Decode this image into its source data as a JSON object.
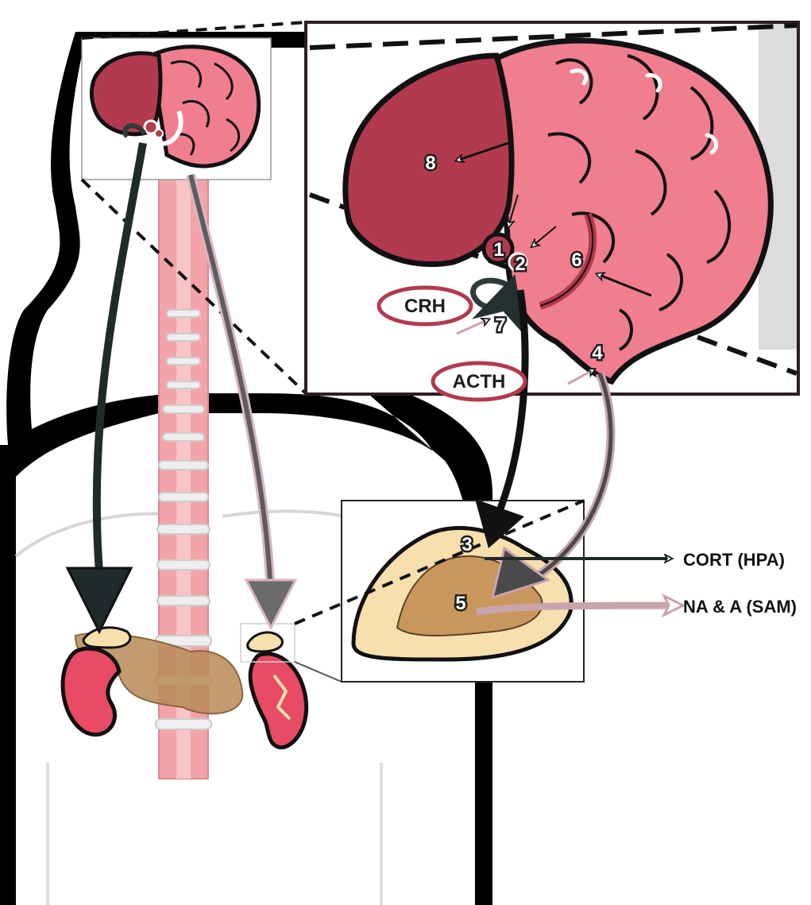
{
  "markers": {
    "m1": "1",
    "m2": "2",
    "m3": "3",
    "m4": "4",
    "m5": "5",
    "m6": "6",
    "m7": "7",
    "m8": "8"
  },
  "hormones": {
    "crh": "CRH",
    "acth": "ACTH"
  },
  "outputs": {
    "hpa": "CORT (HPA)",
    "sam": "NA & A (SAM)"
  },
  "colors": {
    "brain_pink": "#f07e8e",
    "frontal_dark": "#b23a4e",
    "adrenal_cortex": "#f8dfae",
    "adrenal_medulla": "#c9975c",
    "spine": "#f4a3a8",
    "kidney": "#e84b63",
    "pancreas": "#b98a57",
    "hpa_arrow": "#1f2a2a",
    "sam_arrow": "#d9b5c0",
    "silhouette": "#000000"
  }
}
